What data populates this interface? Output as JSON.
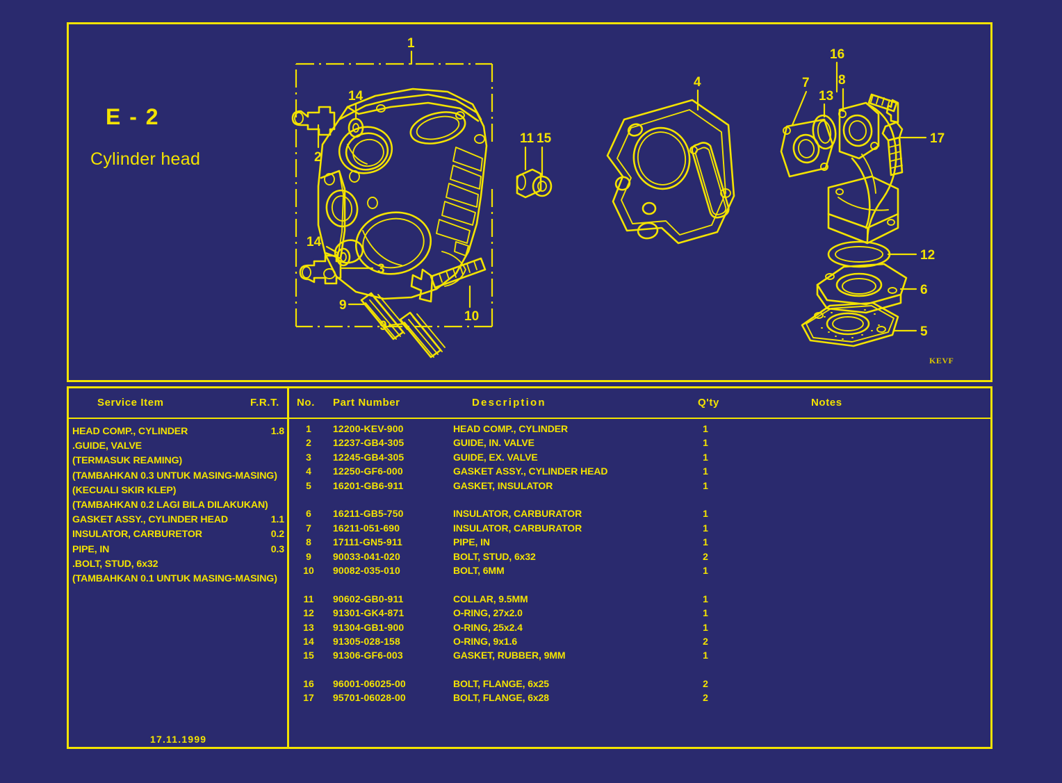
{
  "document": {
    "page_code": "E - 2",
    "page_title": "Cylinder head",
    "watermark": "KEVF",
    "date": "17.11.1999"
  },
  "table": {
    "headers": {
      "service_item": "Service Item",
      "frt": "F.R.T.",
      "no": "No.",
      "part_number": "Part Number",
      "description": "Description",
      "qty": "Q'ty",
      "notes": "Notes"
    },
    "service_items": [
      {
        "name": "HEAD COMP., CYLINDER",
        "frt": "1.8"
      },
      {
        "name": ".GUIDE, VALVE",
        "frt": ""
      },
      {
        "name": "(TERMASUK REAMING)",
        "frt": ""
      },
      {
        "name": "(TAMBAHKAN 0.3 UNTUK MASING-MASING)",
        "frt": ""
      },
      {
        "name": "(KECUALI SKIR KLEP)",
        "frt": ""
      },
      {
        "name": "(TAMBAHKAN 0.2 LAGI BILA DILAKUKAN)",
        "frt": ""
      },
      {
        "name": "GASKET ASSY., CYLINDER HEAD",
        "frt": "1.1"
      },
      {
        "name": "INSULATOR, CARBURETOR",
        "frt": "0.2"
      },
      {
        "name": "PIPE, IN",
        "frt": "0.3"
      },
      {
        "name": ".BOLT, STUD, 6x32",
        "frt": ""
      },
      {
        "name": "(TAMBAHKAN 0.1 UNTUK MASING-MASING)",
        "frt": ""
      }
    ],
    "parts": [
      {
        "no": "1",
        "part_number": "12200-KEV-900",
        "description": "HEAD COMP., CYLINDER",
        "qty": "1",
        "notes": "",
        "gap_after": false
      },
      {
        "no": "2",
        "part_number": "12237-GB4-305",
        "description": "GUIDE, IN. VALVE",
        "qty": "1",
        "notes": "",
        "gap_after": false
      },
      {
        "no": "3",
        "part_number": "12245-GB4-305",
        "description": "GUIDE, EX. VALVE",
        "qty": "1",
        "notes": "",
        "gap_after": false
      },
      {
        "no": "4",
        "part_number": "12250-GF6-000",
        "description": "GASKET ASSY., CYLINDER HEAD",
        "qty": "1",
        "notes": "",
        "gap_after": false
      },
      {
        "no": "5",
        "part_number": "16201-GB6-911",
        "description": "GASKET, INSULATOR",
        "qty": "1",
        "notes": "",
        "gap_after": true
      },
      {
        "no": "6",
        "part_number": "16211-GB5-750",
        "description": "INSULATOR, CARBURATOR",
        "qty": "1",
        "notes": "",
        "gap_after": false
      },
      {
        "no": "7",
        "part_number": "16211-051-690",
        "description": "INSULATOR, CARBURATOR",
        "qty": "1",
        "notes": "",
        "gap_after": false
      },
      {
        "no": "8",
        "part_number": "17111-GN5-911",
        "description": "PIPE, IN",
        "qty": "1",
        "notes": "",
        "gap_after": false
      },
      {
        "no": "9",
        "part_number": "90033-041-020",
        "description": "BOLT, STUD, 6x32",
        "qty": "2",
        "notes": "",
        "gap_after": false
      },
      {
        "no": "10",
        "part_number": "90082-035-010",
        "description": "BOLT, 6MM",
        "qty": "1",
        "notes": "",
        "gap_after": true
      },
      {
        "no": "11",
        "part_number": "90602-GB0-911",
        "description": "COLLAR, 9.5MM",
        "qty": "1",
        "notes": "",
        "gap_after": false
      },
      {
        "no": "12",
        "part_number": "91301-GK4-871",
        "description": "O-RING, 27x2.0",
        "qty": "1",
        "notes": "",
        "gap_after": false
      },
      {
        "no": "13",
        "part_number": "91304-GB1-900",
        "description": "O-RING, 25x2.4",
        "qty": "1",
        "notes": "",
        "gap_after": false
      },
      {
        "no": "14",
        "part_number": "91305-028-158",
        "description": "O-RING, 9x1.6",
        "qty": "2",
        "notes": "",
        "gap_after": false
      },
      {
        "no": "15",
        "part_number": "91306-GF6-003",
        "description": "GASKET, RUBBER, 9MM",
        "qty": "1",
        "notes": "",
        "gap_after": true
      },
      {
        "no": "16",
        "part_number": "96001-06025-00",
        "description": "BOLT, FLANGE, 6x25",
        "qty": "2",
        "notes": "",
        "gap_after": false
      },
      {
        "no": "17",
        "part_number": "95701-06028-00",
        "description": "BOLT, FLANGE, 6x28",
        "qty": "2",
        "notes": "",
        "gap_after": false
      }
    ]
  },
  "diagram": {
    "callouts": [
      {
        "id": "1",
        "label": "1"
      },
      {
        "id": "2",
        "label": "2"
      },
      {
        "id": "3",
        "label": "3"
      },
      {
        "id": "4",
        "label": "4"
      },
      {
        "id": "5",
        "label": "5"
      },
      {
        "id": "6",
        "label": "6"
      },
      {
        "id": "7",
        "label": "7"
      },
      {
        "id": "8",
        "label": "8"
      },
      {
        "id": "9a",
        "label": "9"
      },
      {
        "id": "9b",
        "label": "9"
      },
      {
        "id": "10",
        "label": "10"
      },
      {
        "id": "11",
        "label": "11"
      },
      {
        "id": "12",
        "label": "12"
      },
      {
        "id": "13",
        "label": "13"
      },
      {
        "id": "14a",
        "label": "14"
      },
      {
        "id": "14b",
        "label": "14"
      },
      {
        "id": "15",
        "label": "15"
      },
      {
        "id": "16",
        "label": "16"
      },
      {
        "id": "17",
        "label": "17"
      }
    ]
  },
  "colors": {
    "background": "#2a2a6e",
    "ink": "#f3e300"
  }
}
